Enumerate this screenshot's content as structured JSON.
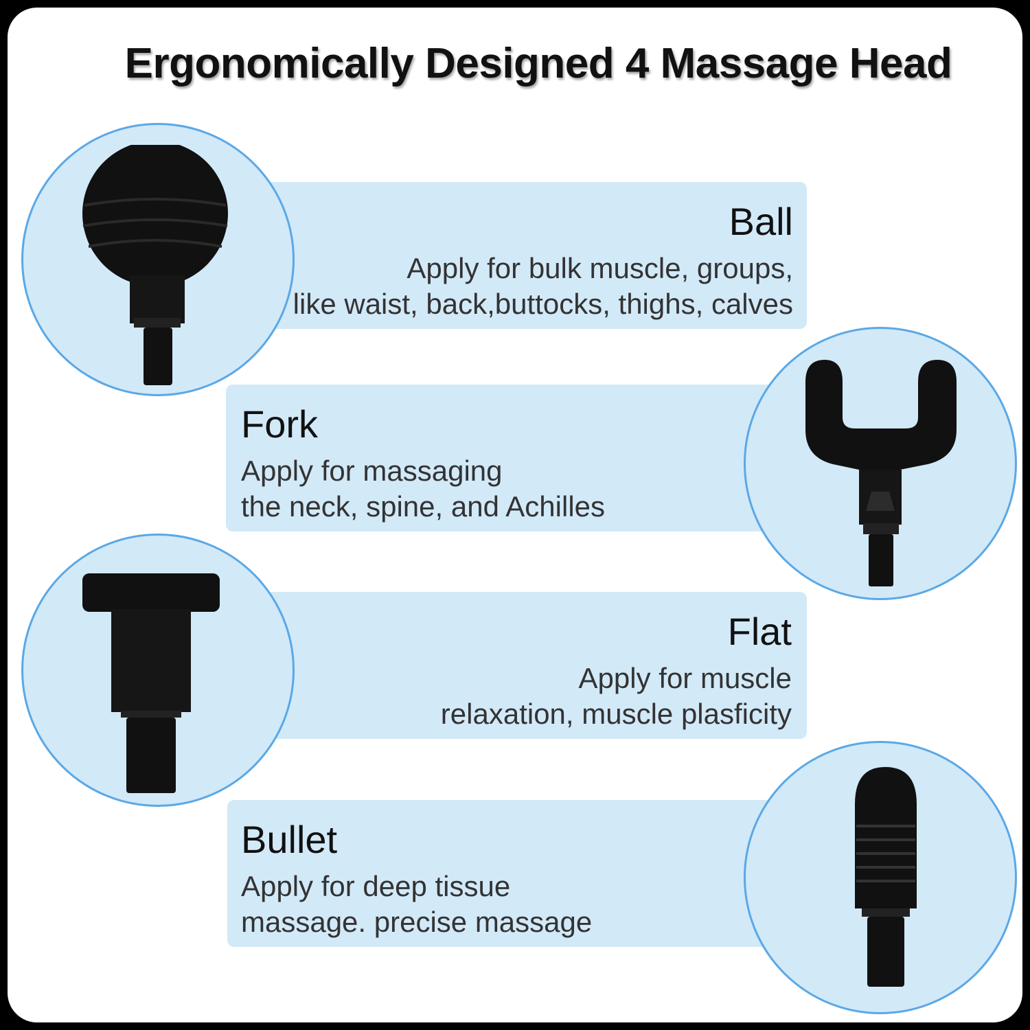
{
  "title": "Ergonomically Designed 4 Massage Head",
  "heads": [
    {
      "name": "Ball",
      "desc_line1": "Apply for bulk muscle, groups,",
      "desc_line2": "like waist, back,buttocks, thighs, calves",
      "icon": "ball-massage-head-icon"
    },
    {
      "name": "Fork",
      "desc_line1": "Apply for massaging",
      "desc_line2": "the neck, spine, and Achilles",
      "icon": "fork-massage-head-icon"
    },
    {
      "name": "Flat",
      "desc_line1": "Apply for muscle",
      "desc_line2": "relaxation, muscle plasficity",
      "icon": "flat-massage-head-icon"
    },
    {
      "name": "Bullet",
      "desc_line1": "Apply for deep tissue",
      "desc_line2": "massage. precise massage",
      "icon": "bullet-massage-head-icon"
    }
  ],
  "colors": {
    "panel_bg": "#d2e9f8",
    "circle_border": "#5aa8e6",
    "head_black": "#111111",
    "frame": "#000000"
  }
}
